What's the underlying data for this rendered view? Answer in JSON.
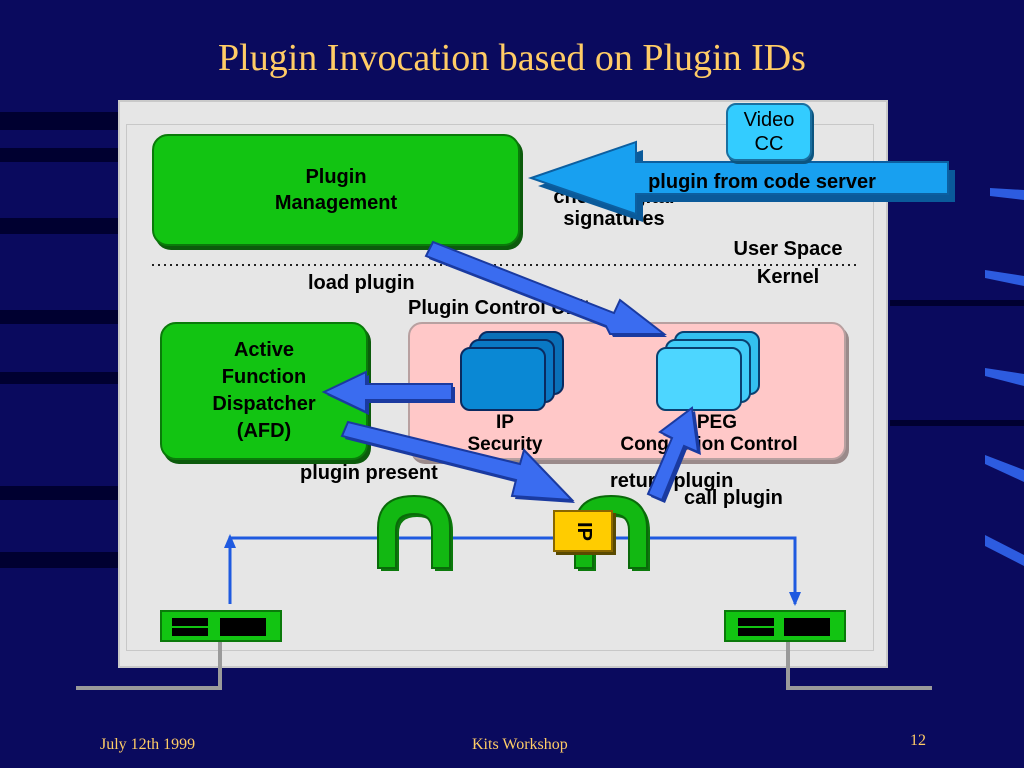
{
  "slide": {
    "title": "Plugin Invocation based on Plugin IDs",
    "footer_left": "July 12th 1999",
    "footer_center": "Kits Workshop",
    "footer_right": "12"
  },
  "diagram": {
    "video_cc": {
      "line1": "Video",
      "line2": "CC"
    },
    "plugin_management": {
      "line1": "Plugin",
      "line2": "Management"
    },
    "code_server_arrow": "plugin from code server",
    "check_signatures": {
      "line1": "check digital",
      "line2": "signatures"
    },
    "user_space": "User Space",
    "kernel": "Kernel",
    "load_plugin": "load plugin",
    "plugin_control_unit": "Plugin Control Unit",
    "afd": {
      "line1": "Active",
      "line2": "Function",
      "line3": "Dispatcher",
      "line4": "(AFD)"
    },
    "ip_security": {
      "line1": "IP",
      "line2": "Security"
    },
    "mpeg": {
      "line1": "MPEG",
      "line2": "Congestion Control"
    },
    "plugin_present": "plugin present",
    "return_plugin": "return plugin",
    "call_plugin": "call plugin",
    "ip_tag": "IP"
  },
  "colors": {
    "background": "#0a0a5e",
    "title": "#ffcc66",
    "module_green": "#12c412",
    "control_unit_pink": "#ffc8c8",
    "arrow_blue": "#3a6cf0",
    "server_blue": "#18a0f0",
    "ip_yellow": "#ffcc00"
  }
}
